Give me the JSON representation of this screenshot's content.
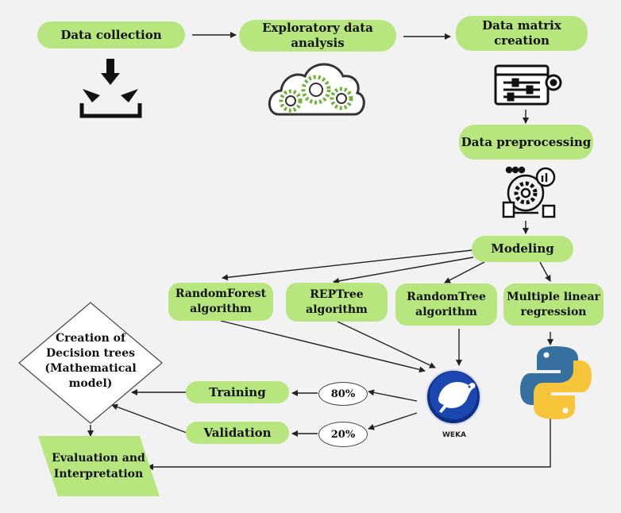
{
  "steps": {
    "data_collection": "Data collection",
    "eda": "Exploratory data analysis",
    "data_matrix": "Data matrix creation",
    "preprocessing": "Data preprocessing",
    "modeling": "Modeling"
  },
  "algorithms": {
    "random_forest": "RandomForest\nalgorithm",
    "rep_tree": "REPTree\nalgorithm",
    "random_tree": "RandomTree\nalgorithm",
    "mlr": "Multiple linear\nregression"
  },
  "decision": "Creation of\nDecision trees\n(Mathematical\nmodel)",
  "training": "Training",
  "validation": "Validation",
  "split_train": "80%",
  "split_valid": "20%",
  "weka_label": "WEKA",
  "evaluation": "Evaluation and\nInterpretation",
  "icons": [
    "download-icon",
    "cloud-gears-icon",
    "dashboard-settings-icon",
    "data-processing-icon",
    "weka-bird-icon",
    "python-logo-icon"
  ],
  "colors": {
    "box_fill": "#b7e67e",
    "arrow": "#222222",
    "background": "#f2f2f2"
  }
}
